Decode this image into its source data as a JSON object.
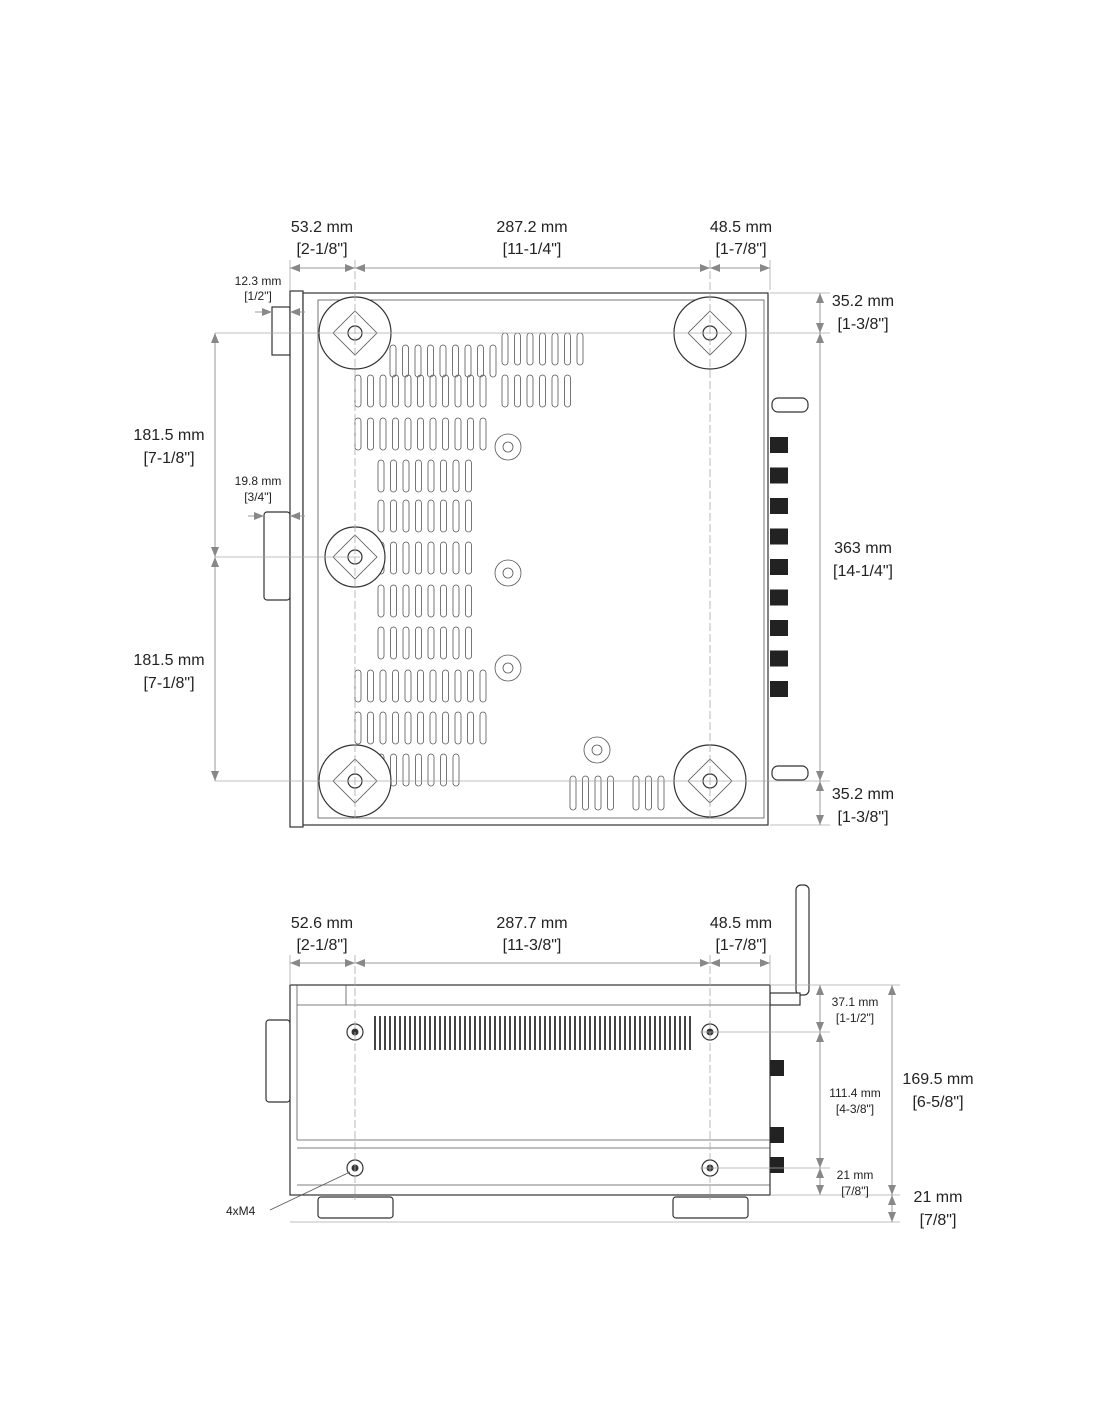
{
  "top_view": {
    "dims": {
      "left_offset": {
        "mm": "53.2 mm",
        "in": "[2-1/8\"]"
      },
      "center_span": {
        "mm": "287.2 mm",
        "in": "[11-1/4\"]"
      },
      "right_offset": {
        "mm": "48.5 mm",
        "in": "[1-7/8\"]"
      },
      "knob_small": {
        "mm": "12.3 mm",
        "in": "[1/2\"]"
      },
      "knob_large": {
        "mm": "19.8 mm",
        "in": "[3/4\"]"
      },
      "upper_half": {
        "mm": "181.5 mm",
        "in": "[7-1/8\"]"
      },
      "lower_half": {
        "mm": "181.5 mm",
        "in": "[7-1/8\"]"
      },
      "top_margin": {
        "mm": "35.2 mm",
        "in": "[1-3/8\"]"
      },
      "depth": {
        "mm": "363 mm",
        "in": "[14-1/4\"]"
      },
      "bottom_margin": {
        "mm": "35.2 mm",
        "in": "[1-3/8\"]"
      }
    }
  },
  "side_view": {
    "dims": {
      "left_offset": {
        "mm": "52.6 mm",
        "in": "[2-1/8\"]"
      },
      "center_span": {
        "mm": "287.7 mm",
        "in": "[11-3/8\"]"
      },
      "right_offset": {
        "mm": "48.5 mm",
        "in": "[1-7/8\"]"
      },
      "top_screw": {
        "mm": "37.1 mm",
        "in": "[1-1/2\"]"
      },
      "screw_span": {
        "mm": "111.4 mm",
        "in": "[4-3/8\"]"
      },
      "bottom_screw": {
        "mm": "21 mm",
        "in": "[7/8\"]"
      },
      "height": {
        "mm": "169.5 mm",
        "in": "[6-5/8\"]"
      },
      "feet": {
        "mm": "21 mm",
        "in": "[7/8\"]"
      }
    },
    "screw_callout": "4xM4"
  }
}
